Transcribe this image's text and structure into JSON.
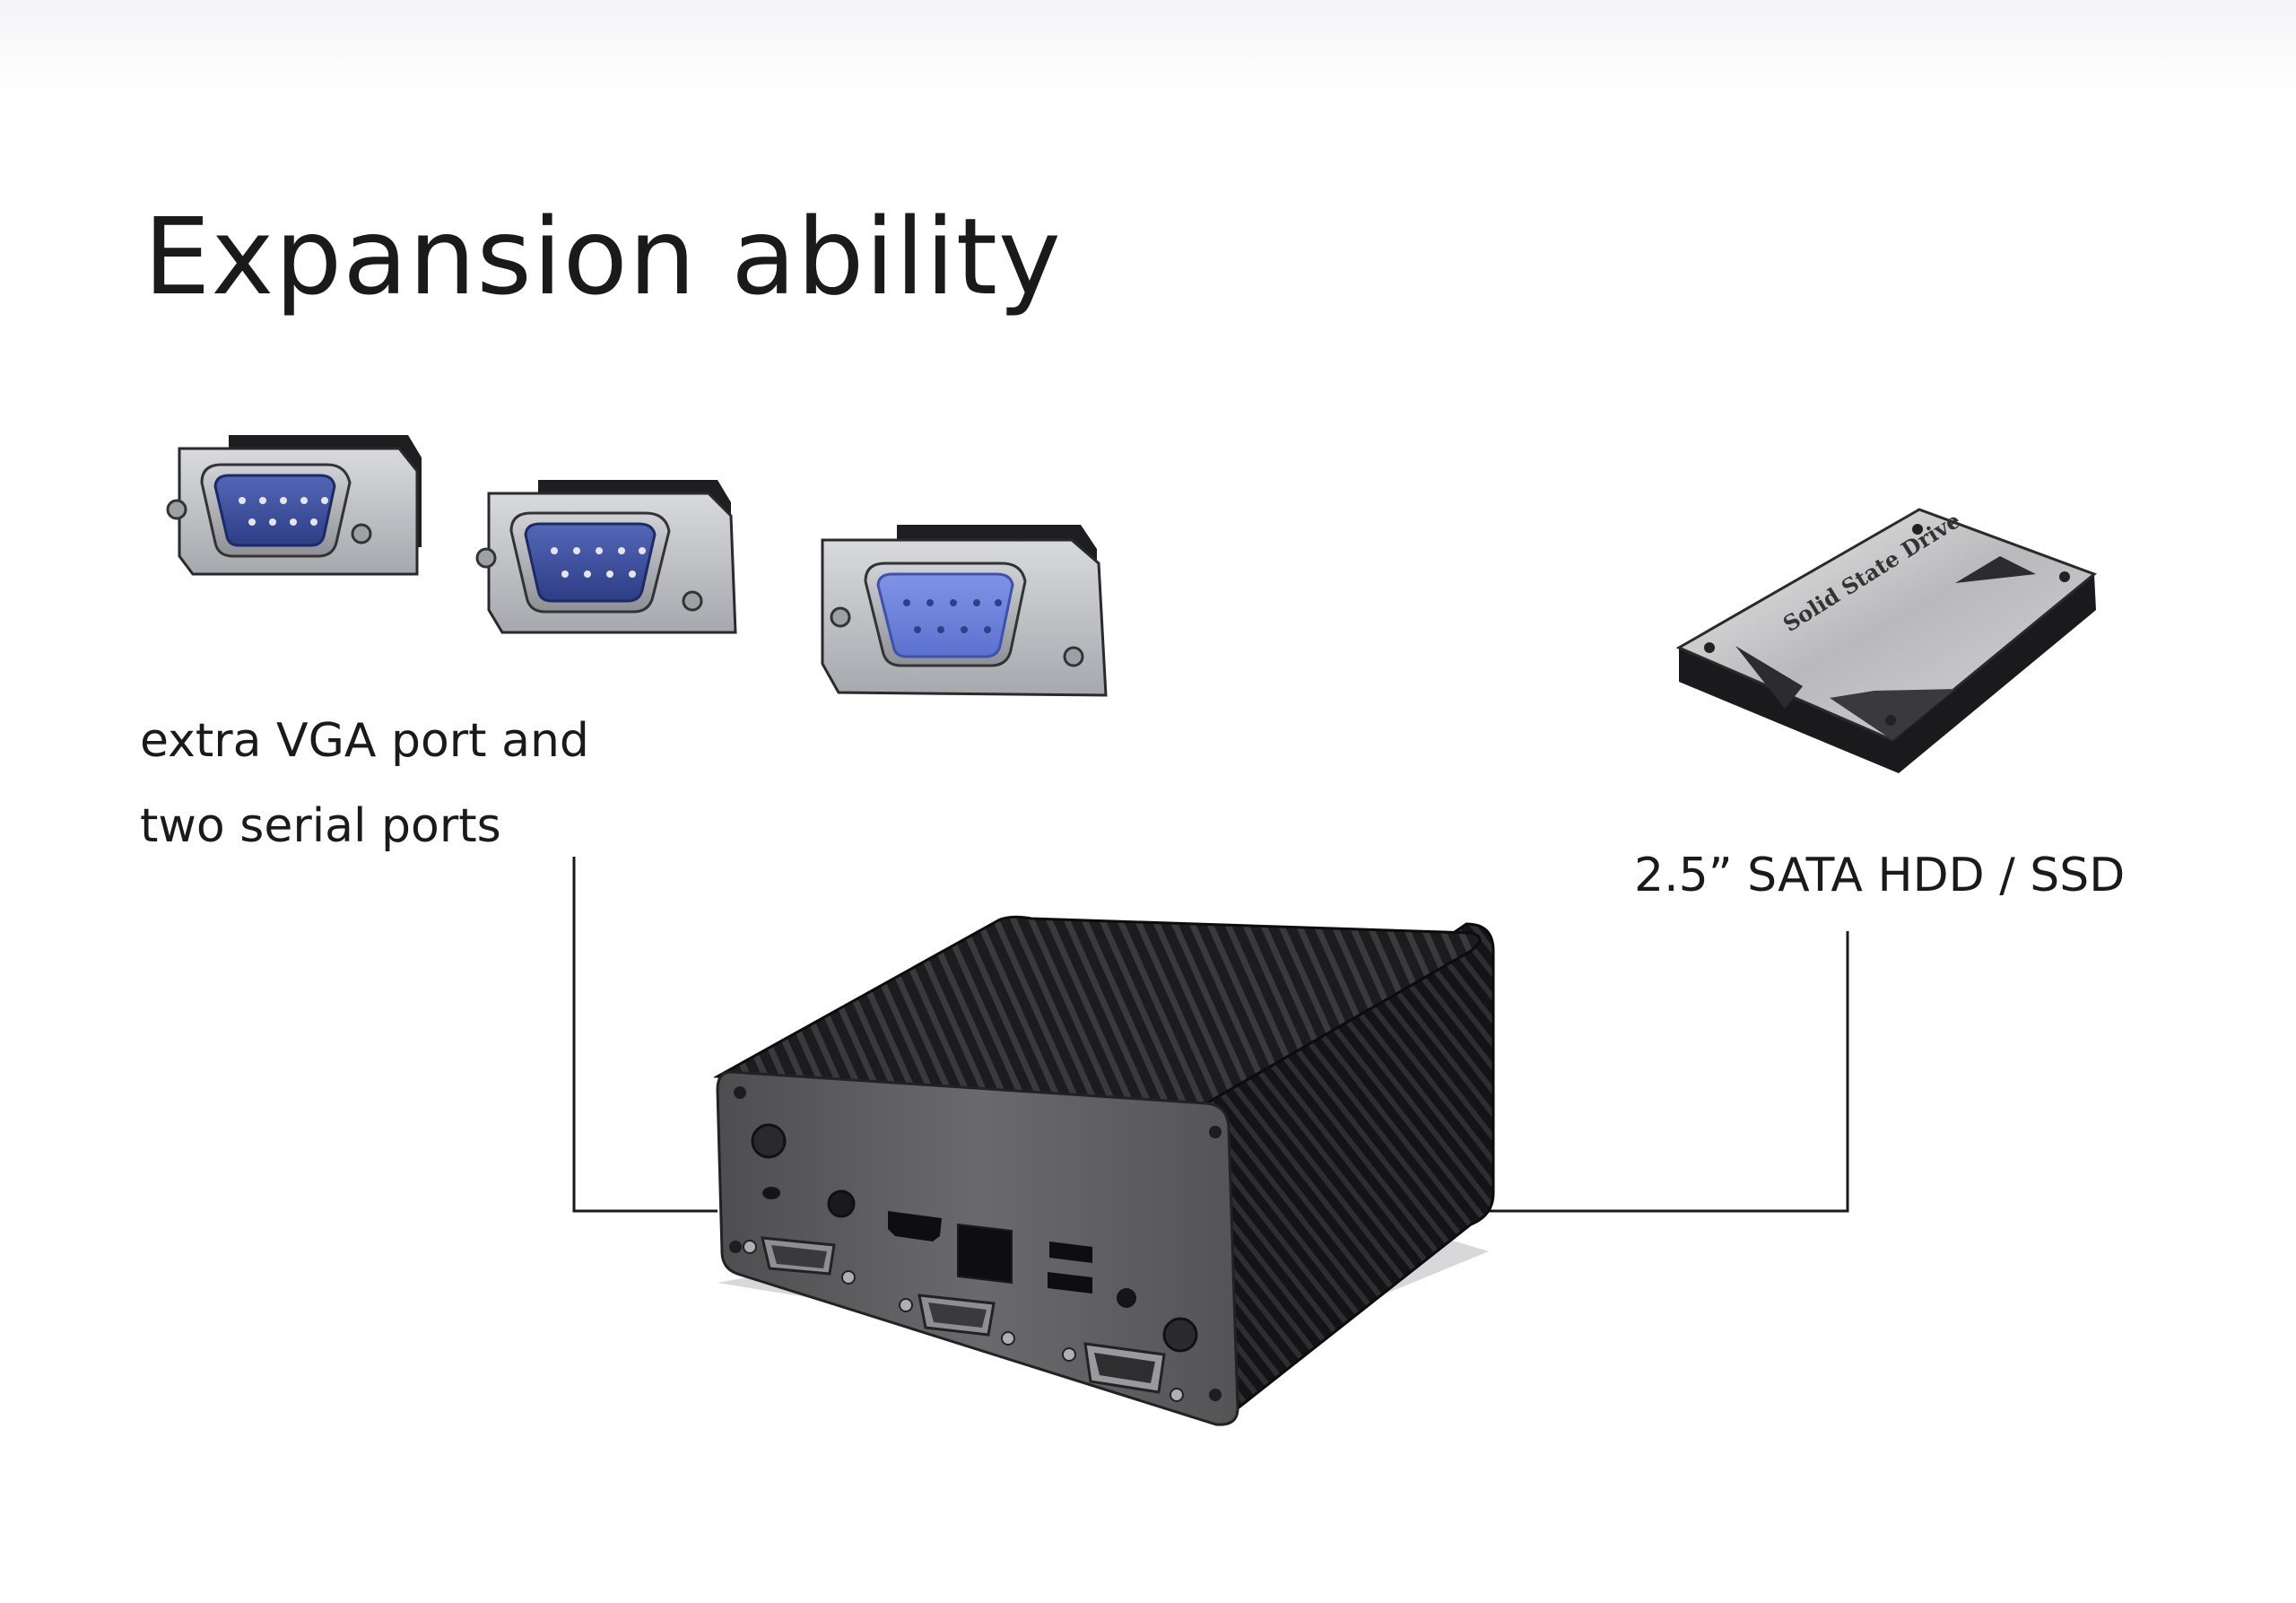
{
  "title": "Expansion ability",
  "captions": {
    "serial_line1": "extra VGA port and",
    "serial_line2": "two serial ports",
    "storage": "2.5” SATA HDD / SSD"
  },
  "ssd_label": "Solid State Drive",
  "colors": {
    "connector_blue": "#3c4f9c",
    "vga_blue": "#6f86de",
    "case_black": "#1c1c1e",
    "faceplate_gray": "#5a5a5c"
  }
}
